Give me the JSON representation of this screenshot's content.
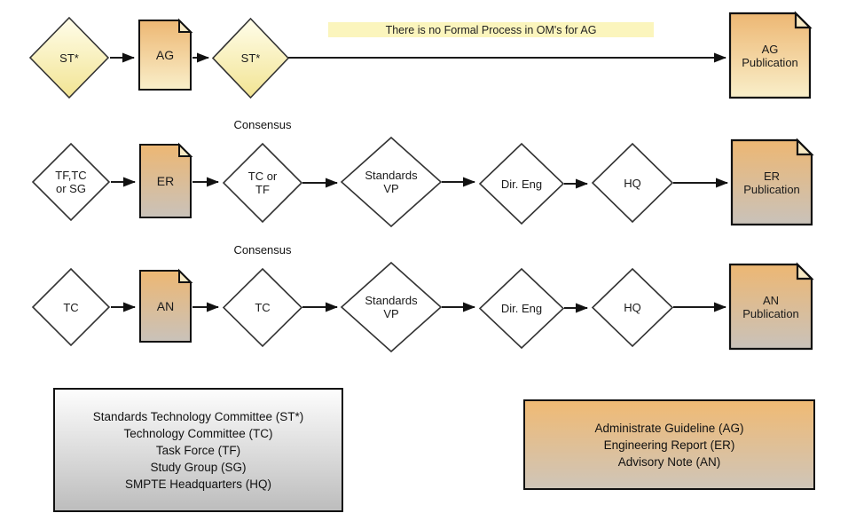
{
  "diagram": {
    "rows": [
      {
        "name": "ag-process",
        "annotation": "There is no Formal Process in OM's for AG",
        "nodes": {
          "start": "ST*",
          "doc": "AG",
          "review": "ST*",
          "publication": "AG\nPublication"
        }
      },
      {
        "name": "er-process",
        "consensus": "Consensus",
        "nodes": {
          "start": "TF,TC\nor SG",
          "doc": "ER",
          "review": "TC or\nTF",
          "vp": "Standards\nVP",
          "dir_eng": "Dir. Eng",
          "hq": "HQ",
          "publication": "ER\nPublication"
        }
      },
      {
        "name": "an-process",
        "consensus": "Consensus",
        "nodes": {
          "start": "TC",
          "doc": "AN",
          "review": "TC",
          "vp": "Standards\nVP",
          "dir_eng": "Dir. Eng",
          "hq": "HQ",
          "publication": "AN\nPublication"
        }
      }
    ]
  },
  "legend_committees": {
    "lines": [
      "Standards Technology Committee (ST*)",
      "Technology Committee (TC)",
      "Task Force (TF)",
      "Study Group (SG)",
      "SMPTE Headquarters (HQ)"
    ]
  },
  "legend_documents": {
    "lines": [
      "Administrate Guideline (AG)",
      "Engineering Report (ER)",
      "Advisory Note (AN)"
    ]
  },
  "colors": {
    "background": "#ffffff",
    "yellow_shape_top": "#fffdea",
    "yellow_shape_bottom": "#f2e493",
    "orange_doc_top": "#edb773",
    "doc_cream_bottom": "#f9efca",
    "doc_gray_bottom": "#c9c2ba",
    "note_background": "#fbf5bd",
    "legend_gray_top": "#fdfdfd",
    "legend_gray_bottom": "#bdbdbd",
    "legend_orange_top": "#f0ba74",
    "legend_orange_bottom": "#cfc5b8",
    "line_color": "#1a1a1a"
  }
}
